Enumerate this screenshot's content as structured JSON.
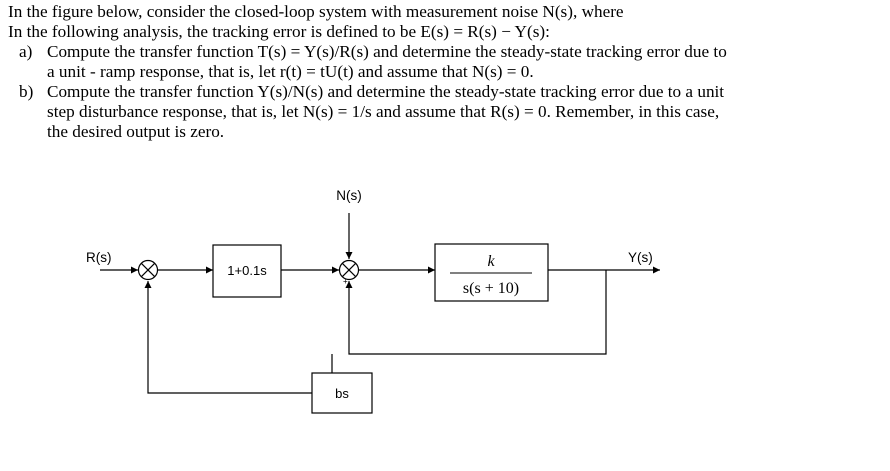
{
  "problem": {
    "intro": [
      "In the figure below, consider the closed-loop system with measurement noise N(s), where",
      "In the following analysis, the tracking error is defined to be E(s) = R(s) − Y(s):"
    ],
    "items": [
      {
        "marker": "a)",
        "lines": [
          "Compute the transfer function T(s) = Y(s)/R(s) and determine the steady-state tracking error due to",
          "a unit - ramp response, that is, let r(t) = tU(t) and assume that N(s) = 0."
        ]
      },
      {
        "marker": "b)",
        "lines": [
          "Compute the transfer function  Y(s)/N(s) and determine the steady-state tracking error due to a unit",
          "step disturbance response, that is, let N(s) = 1/s  and assume that R(s) = 0. Remember, in this case,",
          "the desired output is zero."
        ]
      }
    ]
  },
  "diagram": {
    "noise_label": "N(s)",
    "input_label": "R(s)",
    "output_label": "Y(s)",
    "controller_block": "1+0.1s",
    "plant_numerator": "k",
    "plant_denominator": "s(s + 10)",
    "feedback_block": "bs",
    "sign_plus": "+"
  }
}
